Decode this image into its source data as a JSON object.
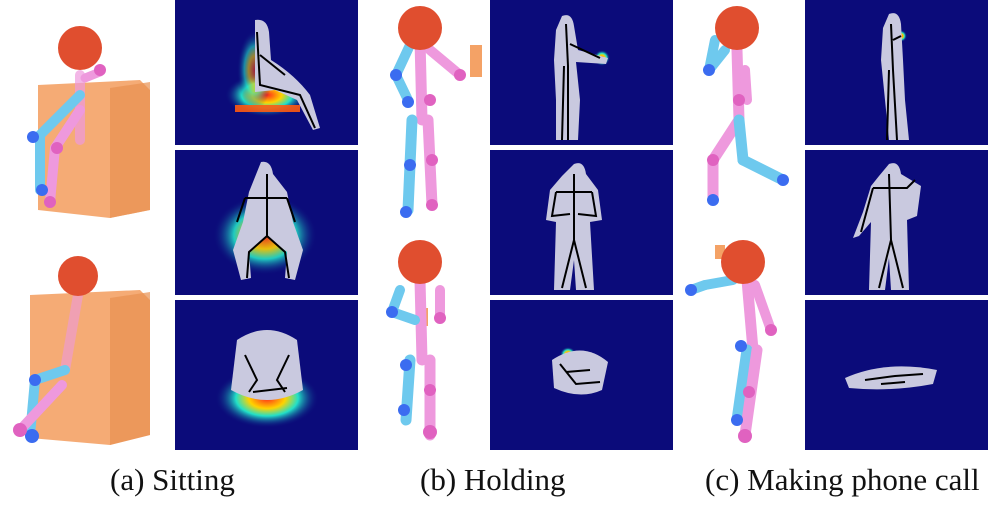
{
  "figure": {
    "captions": {
      "a": "(a) Sitting",
      "b": "(b) Holding",
      "c": "(c) Making phone call"
    }
  },
  "colors": {
    "heatmap_bg": "#0b0b7a",
    "head": "#e04e2f",
    "limb_left": "#6ec9ee",
    "limb_right": "#ee99dd",
    "joint_left": "#3b6cf0",
    "joint_right": "#e062c0",
    "object": "#f4a266",
    "body_silhouette": "#c9c9df",
    "skeleton_line": "#000000"
  }
}
